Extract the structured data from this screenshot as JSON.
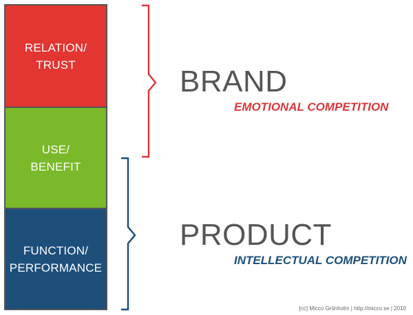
{
  "colors": {
    "relation": "#e33531",
    "use": "#7ab929",
    "function": "#1d4f7b",
    "stack_border": "#555555",
    "brand_accent": "#d9373a",
    "product_accent": "#1d4f7b",
    "title_gray": "#555555"
  },
  "stack": {
    "relation": {
      "line1": "RELATION/",
      "line2": "TRUST"
    },
    "use": {
      "line1": "USE/",
      "line2": "BENEFIT"
    },
    "function": {
      "line1": "FUNCTION/",
      "line2": "PERFORMANCE"
    }
  },
  "brand": {
    "title": "BRAND",
    "subtitle": "EMOTIONAL COMPETITION"
  },
  "product": {
    "title": "PRODUCT",
    "subtitle": "INTELLECTUAL COMPETITION"
  },
  "credit": "[cc] Micco Grönholm | http://micco.se | 2010"
}
